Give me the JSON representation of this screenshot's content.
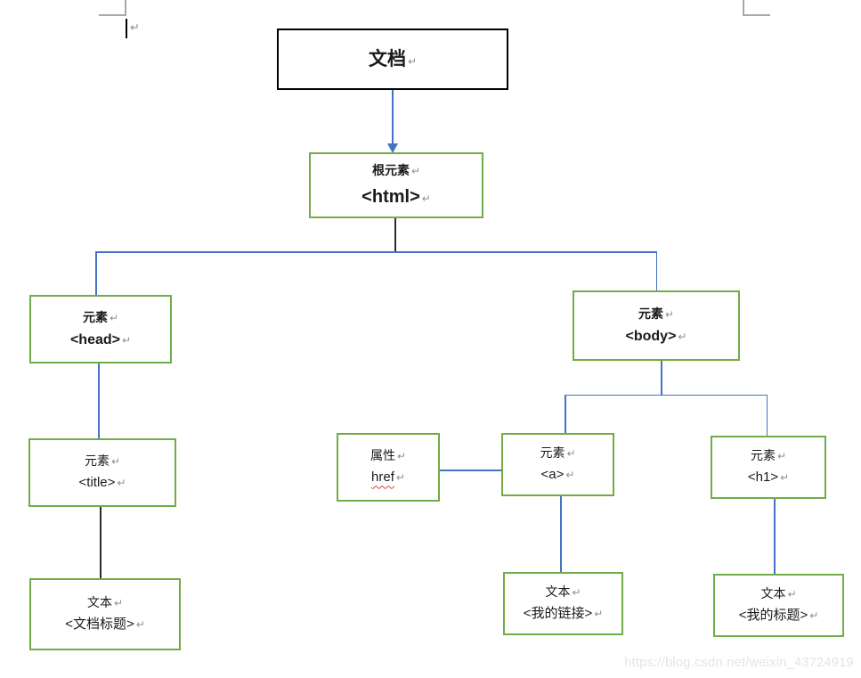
{
  "page": {
    "watermark": "https://blog.csdn.net/weixin_43724919",
    "pilcrow_mark": "↵"
  },
  "colors": {
    "box_green": "#70AD47",
    "box_black": "#000000",
    "line_blue": "#4472C4",
    "line_black": "#2b2b2b",
    "pilcrow_gray": "#8f8f8f",
    "spell_red": "#e23b3b",
    "watermark_gray": "#e4e4e4",
    "crop_gray": "#a8a8a8"
  },
  "nodes": {
    "document": {
      "label": "文档"
    },
    "html": {
      "type_label": "根元素",
      "tag_label": "<html>"
    },
    "head": {
      "type_label": "元素",
      "tag_label": "<head>"
    },
    "body": {
      "type_label": "元素",
      "tag_label": "<body>"
    },
    "title": {
      "type_label": "元素",
      "tag_label": "<title>"
    },
    "doc_title_text": {
      "type_label": "文本",
      "tag_label": "<文档标题>"
    },
    "href_attr": {
      "type_label": "属性",
      "tag_label": "href"
    },
    "a": {
      "type_label": "元素",
      "tag_label": "<a>"
    },
    "h1": {
      "type_label": "元素",
      "tag_label": "<h1>"
    },
    "link_text": {
      "type_label": "文本",
      "tag_label": "<我的链接>"
    },
    "heading_text": {
      "type_label": "文本",
      "tag_label": "<我的标题>"
    }
  }
}
